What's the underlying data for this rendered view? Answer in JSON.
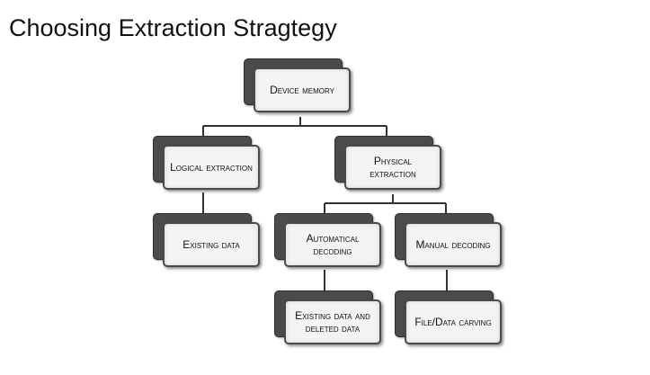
{
  "slide": {
    "title": "Choosing Extraction Stragtegy"
  },
  "diagram": {
    "nodes": {
      "device_memory": "Device memory",
      "logical_extraction": "Logical extraction",
      "physical_extraction": "Physical extraction",
      "existing_data": "Existing data",
      "automatical_decoding": "Automatical decoding",
      "manual_decoding": "Manual decoding",
      "existing_and_deleted": "Existing data and deleted data",
      "file_data_carving": "File/Data carving"
    },
    "edges": [
      [
        "device_memory",
        "logical_extraction"
      ],
      [
        "device_memory",
        "physical_extraction"
      ],
      [
        "logical_extraction",
        "existing_data"
      ],
      [
        "physical_extraction",
        "automatical_decoding"
      ],
      [
        "physical_extraction",
        "manual_decoding"
      ],
      [
        "automatical_decoding",
        "existing_and_deleted"
      ],
      [
        "manual_decoding",
        "file_data_carving"
      ]
    ],
    "colors": {
      "box_fill": "#f4f4f4",
      "box_shadow_fill": "#4b4b4b",
      "connector": "#333333"
    }
  }
}
